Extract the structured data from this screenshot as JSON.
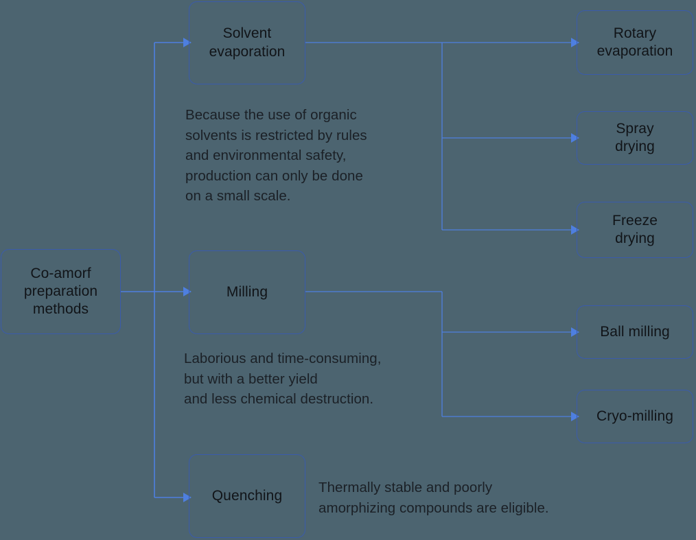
{
  "diagram": {
    "title": "Co-amorf preparation methods",
    "background_color": "#4c6470",
    "node_border_color": "#3a5bab",
    "connector_color": "#4e7fe0",
    "text_color": "#111418"
  },
  "nodes": {
    "root": {
      "label": "Co-amorf\npreparation\nmethods"
    },
    "solvent_evaporation": {
      "label": "Solvent\nevaporation"
    },
    "milling": {
      "label": "Milling"
    },
    "quenching": {
      "label": "Quenching"
    },
    "rotary_evaporation": {
      "label": "Rotary\nevaporation"
    },
    "spray_drying": {
      "label": "Spray\ndrying"
    },
    "freeze_drying": {
      "label": "Freeze\ndrying"
    },
    "ball_milling": {
      "label": "Ball milling"
    },
    "cryo_milling": {
      "label": "Cryo-milling"
    }
  },
  "notes": {
    "solvent_evaporation_note": "Because the use of organic\nsolvents is restricted by rules\nand environmental safety,\nproduction can only be done\non a small scale.",
    "milling_note": "Laborious and time-consuming,\nbut with a better yield\nand less chemical destruction.",
    "quenching_note": "Thermally stable and poorly\namorphizing compounds are eligible."
  }
}
